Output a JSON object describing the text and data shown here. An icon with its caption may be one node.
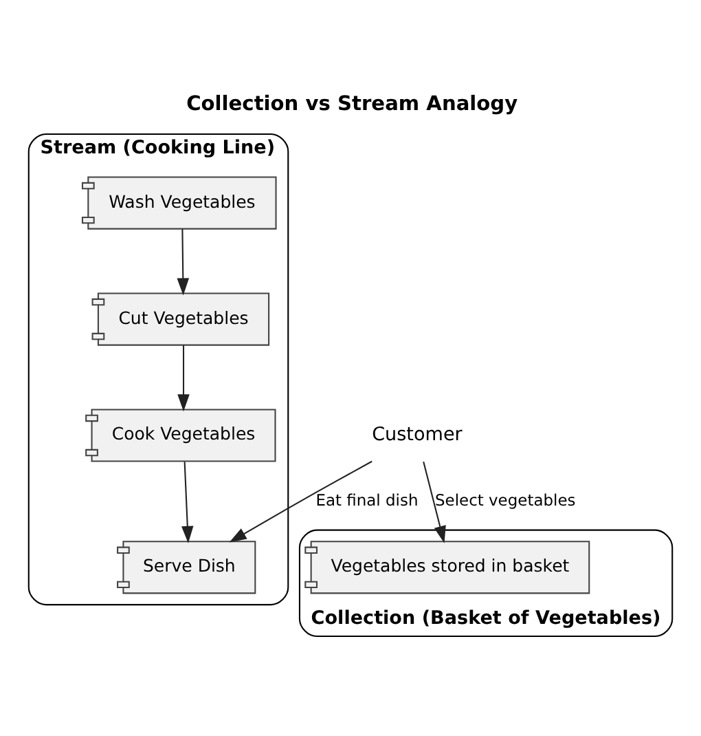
{
  "diagram": {
    "title": "Collection vs Stream Analogy",
    "nodes": [
      {
        "text": [
          "Stream (Cooking Line)"
        ]
      },
      {
        "text": [
          "Wash Vegetables"
        ],
        "in": 0
      },
      {
        "text": [
          "Cut Vegetables"
        ],
        "in": 0
      },
      {
        "text": [
          "Cook Vegetables"
        ],
        "in": 0
      },
      {
        "text": [
          "Serve Dish"
        ],
        "in": 0
      },
      {
        "text": [
          "Customer"
        ]
      },
      {
        "text": [
          "Collection (Basket of Vegetables)"
        ]
      },
      {
        "text": [
          "Vegetables stored in basket"
        ],
        "in": 6
      }
    ],
    "edges": [
      {
        "from": 1,
        "to": 2,
        "arrow": "to"
      },
      {
        "from": 2,
        "to": 3,
        "arrow": "to"
      },
      {
        "from": 3,
        "to": 4,
        "arrow": "to"
      },
      {
        "from": 5,
        "to": 7,
        "arrow": "to",
        "label": "Select vegetables"
      },
      {
        "from": 5,
        "to": 4,
        "arrow": "to",
        "label": "Eat final dish"
      }
    ]
  }
}
